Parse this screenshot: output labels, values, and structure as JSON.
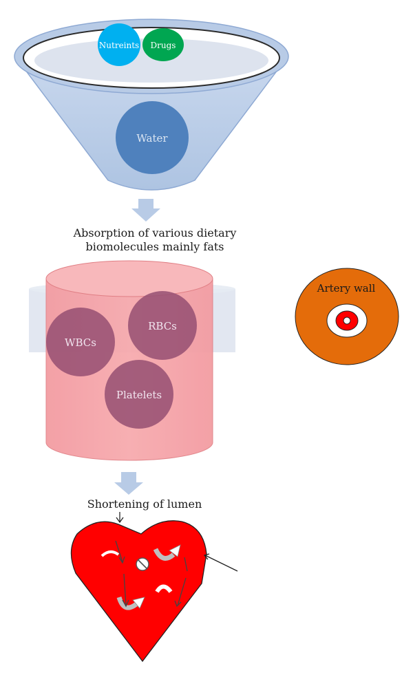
{
  "funnel": {
    "nutrients": "Nutreints",
    "drugs": "Drugs",
    "water": "Water"
  },
  "step1_caption": {
    "line1": "Absorption of various dietary",
    "line2": "biomolecules mainly fats"
  },
  "blood": {
    "wbcs": "WBCs",
    "rbcs": "RBCs",
    "platelets": "Platelets"
  },
  "artery": {
    "label": "Artery wall"
  },
  "step2_caption": "Shortening of lumen",
  "colors": {
    "funnel": "#b8cbe6",
    "nutrients": "#00b0f0",
    "drugs": "#00a651",
    "water": "#4f81bd",
    "cylinder": "#f4a0a4",
    "cells": "#954f72",
    "artery_outer": "#e46c0a",
    "artery_red": "#ff0000",
    "heart": "#ff0000",
    "arrow": "#b8cbe6"
  }
}
